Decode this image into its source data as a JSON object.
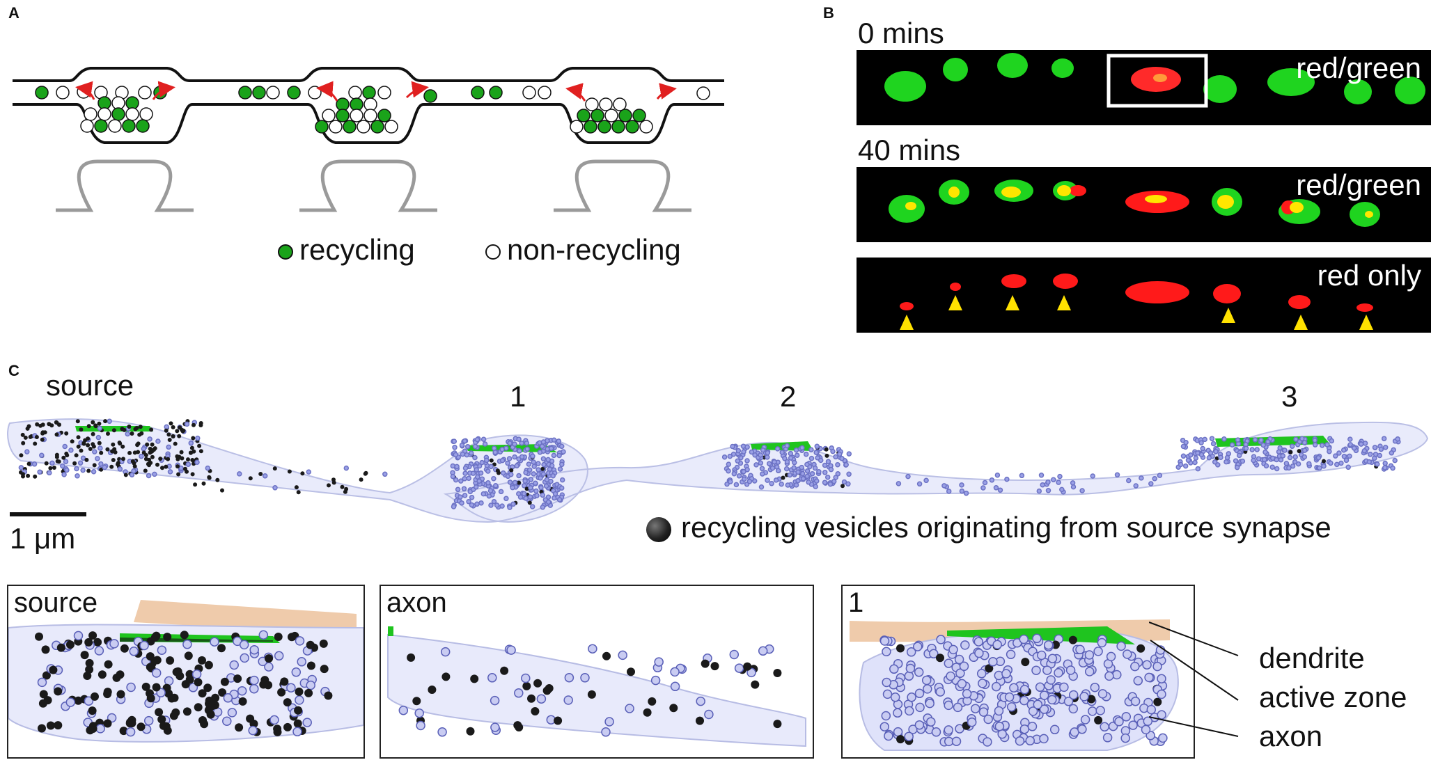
{
  "panels": {
    "a": "A",
    "b": "B",
    "c": "C"
  },
  "panel_a": {
    "legend": {
      "recycling": "recycling",
      "non_recycling": "non-recycling"
    },
    "colors": {
      "recycling": "#1aa31a",
      "arrow": "#e02020",
      "bouton": "#111111",
      "dendrite": "#9a9a9a"
    }
  },
  "panel_b": {
    "time_0": "0 mins",
    "time_40": "40 mins",
    "strip_labels": [
      "red/green",
      "red/green",
      "red only"
    ],
    "colors": {
      "green": "#1fd41f",
      "red": "#ff1a1a",
      "yellow": "#ffe600",
      "arrowhead": "#ffe100"
    }
  },
  "panel_c": {
    "site_labels": [
      "source",
      "1",
      "2",
      "3"
    ],
    "scale_label": "1 μm",
    "legend": "recycling vesicles originating from source synapse",
    "insets": [
      "source",
      "axon",
      "1"
    ],
    "annotations": [
      "dendrite",
      "active zone",
      "axon"
    ],
    "colors": {
      "membrane": "#c8cdf0",
      "vesicle": "#9aa0e6",
      "source_vesicle": "#1a1a1a",
      "active_zone": "#1fc41f",
      "dendrite": "#c8823c"
    }
  }
}
